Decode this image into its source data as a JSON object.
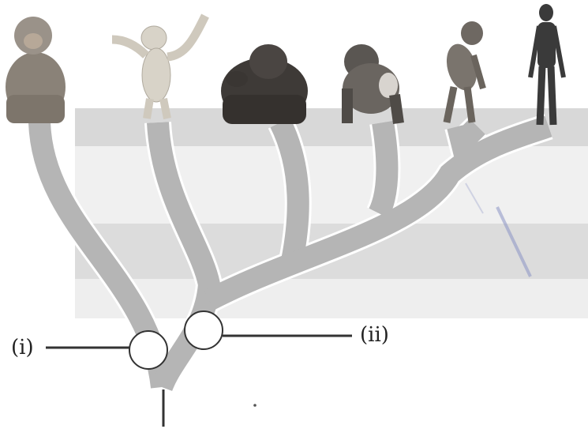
{
  "diagram": {
    "type": "phylogenetic-tree",
    "primates": [
      {
        "name": "macaque-monkey"
      },
      {
        "name": "gibbon"
      },
      {
        "name": "orangutan"
      },
      {
        "name": "gorilla"
      },
      {
        "name": "chimpanzee"
      },
      {
        "name": "human"
      }
    ],
    "labels": {
      "node_i": "(i)",
      "node_ii": "(ii)"
    },
    "colors": {
      "branch": "#b5b5b5",
      "branch_edge": "#ffffff",
      "band_dark": "#d6d6d6",
      "band_light": "#ececec",
      "ink": "#333333"
    }
  }
}
